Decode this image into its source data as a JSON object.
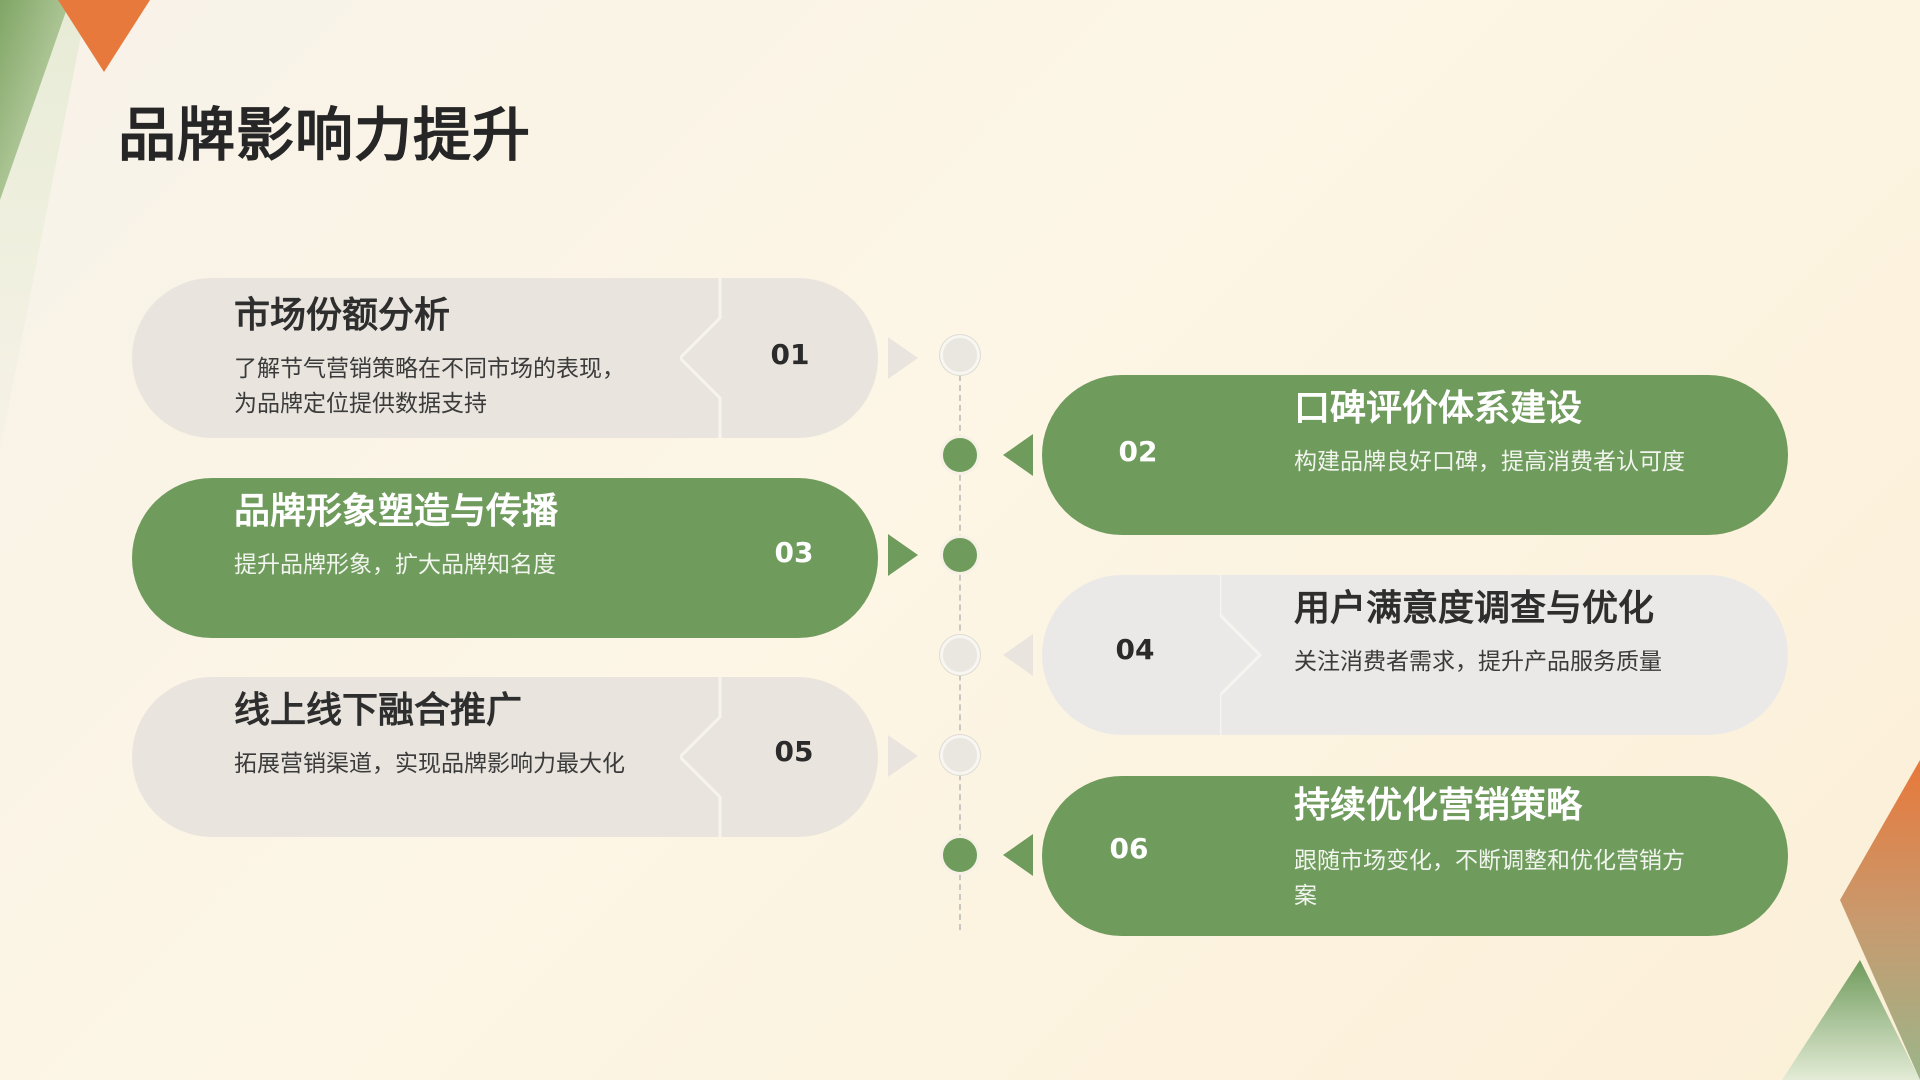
{
  "slide": {
    "title": "品牌影响力提升"
  },
  "colors": {
    "accent_green": "#6f9b5c",
    "light_card": "#e9e5de",
    "accent_orange": "#e8783a",
    "title_text": "#262626"
  },
  "items": [
    {
      "number": "01",
      "title": "市场份额分析",
      "desc_lines": [
        "了解节气营销策略在不同市场的表现，",
        "为品牌定位提供数据支持"
      ],
      "style": "light",
      "side": "left"
    },
    {
      "number": "02",
      "title": "口碑评价体系建设",
      "desc_lines": [
        "构建品牌良好口碑，提高消费者认可度"
      ],
      "style": "green",
      "side": "right"
    },
    {
      "number": "03",
      "title": "品牌形象塑造与传播",
      "desc_lines": [
        "提升品牌形象，扩大品牌知名度"
      ],
      "style": "green",
      "side": "left"
    },
    {
      "number": "04",
      "title": "用户满意度调查与优化",
      "desc_lines": [
        "关注消费者需求，提升产品服务质量"
      ],
      "style": "light",
      "side": "right"
    },
    {
      "number": "05",
      "title": "线上线下融合推广",
      "desc_lines": [
        "拓展营销渠道，实现品牌影响力最大化"
      ],
      "style": "light",
      "side": "left"
    },
    {
      "number": "06",
      "title": "持续优化营销策略",
      "desc_lines": [
        "跟随市场变化，不断调整和优化营销方",
        "案"
      ],
      "style": "green",
      "side": "right"
    }
  ]
}
